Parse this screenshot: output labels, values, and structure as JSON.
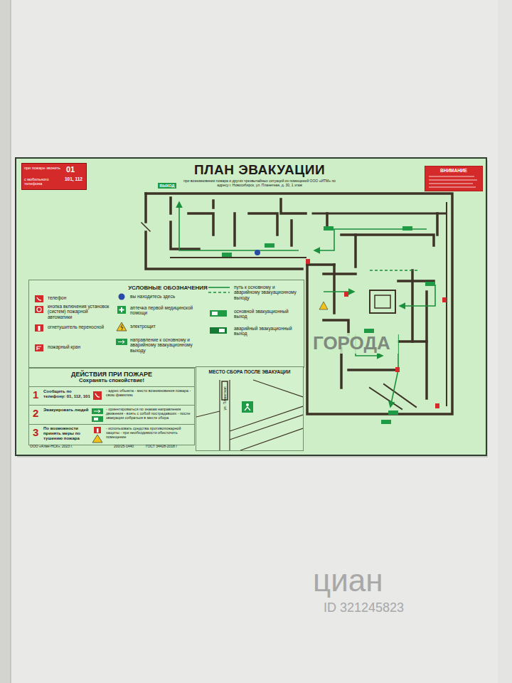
{
  "diagram": {
    "title": "ПЛАН ЭВАКУАЦИИ",
    "nodes": [
      {
        "text": [
          "при пожаре звонить",
          "01",
          "с мобильного телефона",
          "101, 112"
        ]
      },
      {
        "text": [
          "ВНИМАНИЕ"
        ]
      },
      {
        "text": [
          "УСЛОВНЫЕ ОБОЗНАЧЕНИЯ"
        ]
      },
      {
        "text": [
          "ДЕЙСТВИЯ ПРИ ПОЖАРЕ",
          "Сохранять спокойствие!"
        ]
      },
      {
        "text": [
          "1",
          "Сообщить по телефону: 01, 112, 101",
          "- адрес объекта - место возникновения пожара - свою фамилию"
        ],
        "in": 3
      },
      {
        "text": [
          "2",
          "Эвакуировать людей",
          "- ориентироваться по знакам направления движения - взять с собой пострадавших - после эвакуации собраться в месте сбора"
        ],
        "in": 3
      },
      {
        "text": [
          "3",
          "По возможности принять меры по тушению пожара",
          "- использовать средства противопожарной защиты - при необходимости обесточить помещение"
        ],
        "in": 3
      },
      {
        "text": [
          "МЕСТО СБОРА ПОСЛЕ ЭВАКУАЦИИ"
        ]
      }
    ],
    "labels": [
      "при возникновении пожара и других чрезвычайных ситуаций из помещений ООО «ИТМ» по адресу г. Новосибирск, ул. Планетная, д. 30, 1 этаж",
      "ВЫХОД",
      "ул. Планетная",
      "ООО «Алан-НСК», 2023 г.",
      "200/25-1440",
      "ГОСТ 34428-2018 I",
      "ГОРОДА",
      "циан",
      "ID 321245823"
    ],
    "legend": [
      {
        "text": "телефон"
      },
      {
        "text": "кнопка включения установок (систем) пожарной автоматики"
      },
      {
        "text": "огнетушитель переносной"
      },
      {
        "text": "пожарный кран"
      },
      {
        "text": "вы находитесь здесь"
      },
      {
        "text": "аптечка первой медицинской помощи"
      },
      {
        "text": "электрощит"
      },
      {
        "text": "направление к основному и аварийному эвакуационному выходу"
      },
      {
        "text": "путь к основному и аварийному эвакуационному выходу"
      },
      {
        "text": "основной эвакуационный выход"
      },
      {
        "text": "аварийный эвакуационный выход"
      }
    ]
  }
}
